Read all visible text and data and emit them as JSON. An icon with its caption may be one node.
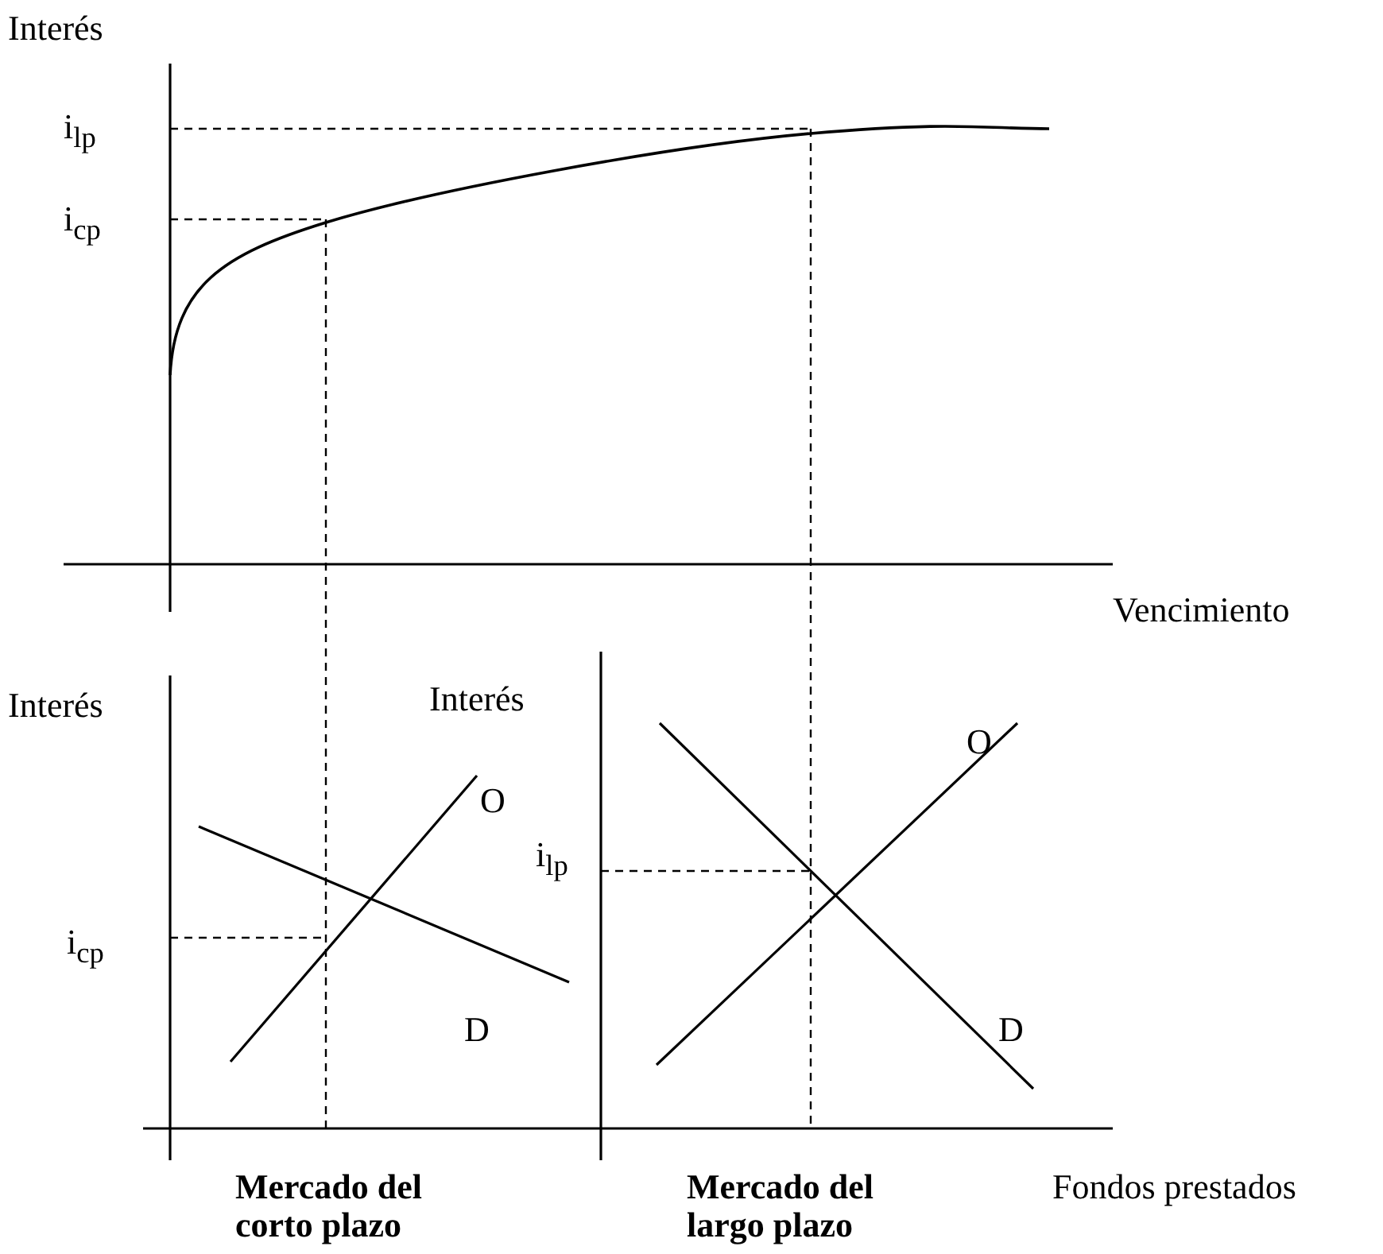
{
  "diagram": {
    "labels": [
      "Interés",
      "i$_{lp}$",
      "i$_{cp}$",
      "Vencimiento",
      "Interés",
      "Interés",
      "O",
      "i$_{lp}$",
      "O",
      "i$_{cp}$",
      "D",
      "D",
      "Fondos prestados",
      "Mercado del corto plazo",
      "Mercado del largo plazo"
    ]
  }
}
